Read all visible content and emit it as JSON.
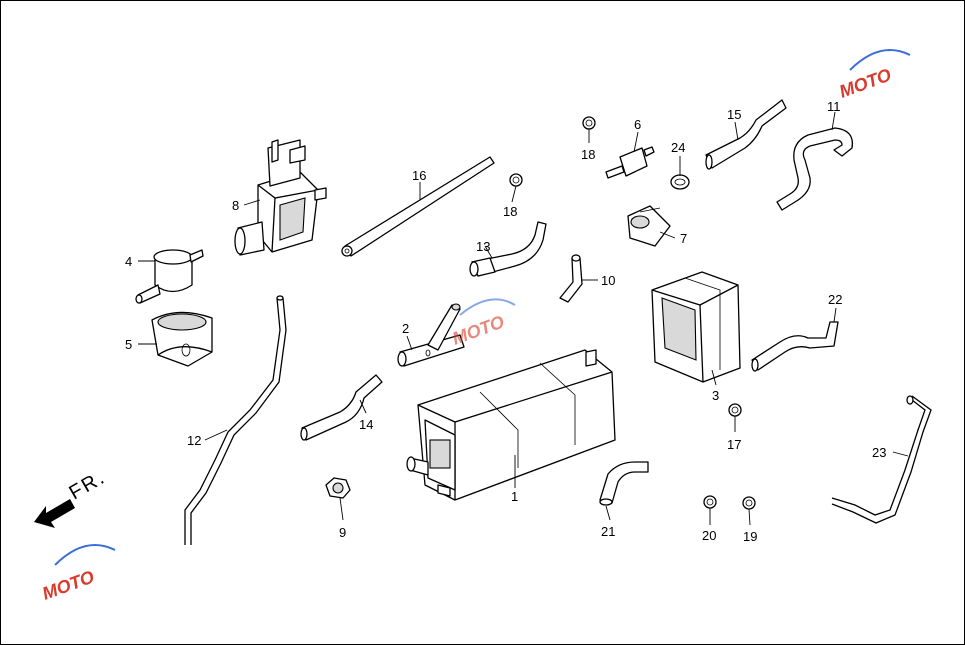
{
  "direction": {
    "label": "FR."
  },
  "callouts": [
    "1",
    "2",
    "3",
    "4",
    "5",
    "6",
    "7",
    "8",
    "9",
    "10",
    "11",
    "12",
    "13",
    "14",
    "15",
    "16",
    "17",
    "18",
    "18",
    "19",
    "20",
    "21",
    "22",
    "23",
    "24"
  ],
  "watermark": {
    "text": "MOTO",
    "color_primary": "#d93a2b",
    "color_secondary": "#3a6fd9"
  }
}
